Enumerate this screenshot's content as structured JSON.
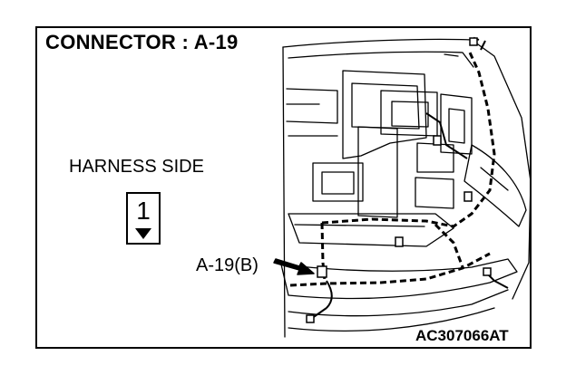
{
  "diagram": {
    "title": "CONNECTOR : A-19",
    "view_label": "HARNESS SIDE",
    "pin_number": "1",
    "connector_callout": "A-19(B)",
    "figure_code": "AC307066AT"
  },
  "colors": {
    "line": "#000000",
    "background": "#ffffff"
  }
}
